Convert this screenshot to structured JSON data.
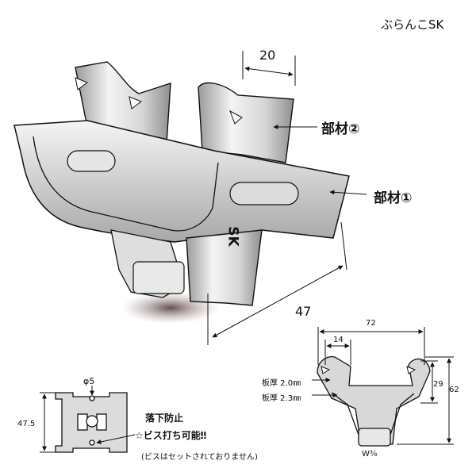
{
  "product_name": "ぶらんこSK",
  "main_view": {
    "dim_top": "20",
    "part_2_label": "部材②",
    "part_1_label": "部材①",
    "sk_mark": "SK",
    "dim_length": "47"
  },
  "front_view": {
    "dim_width": "72",
    "dim_slot": "14",
    "dim_height_inner": "29",
    "dim_height_total": "62",
    "thickness_1": "板厚 2.0㎜",
    "thickness_2": "板厚 2.3㎜",
    "size_label": "W³⁄₈"
  },
  "plate_view": {
    "hole_diameter": "φ5",
    "dim_height": "47.5",
    "feature_1": "落下防止",
    "feature_2": "☆ビス打ち可能‼",
    "note": "(ビスはセットされておりません)"
  },
  "colors": {
    "metal_light": "#f3f3f3",
    "metal_mid": "#c9c9c9",
    "metal_dark": "#8a8a8a",
    "shadow": "#6e5a5a",
    "line": "#111111"
  }
}
